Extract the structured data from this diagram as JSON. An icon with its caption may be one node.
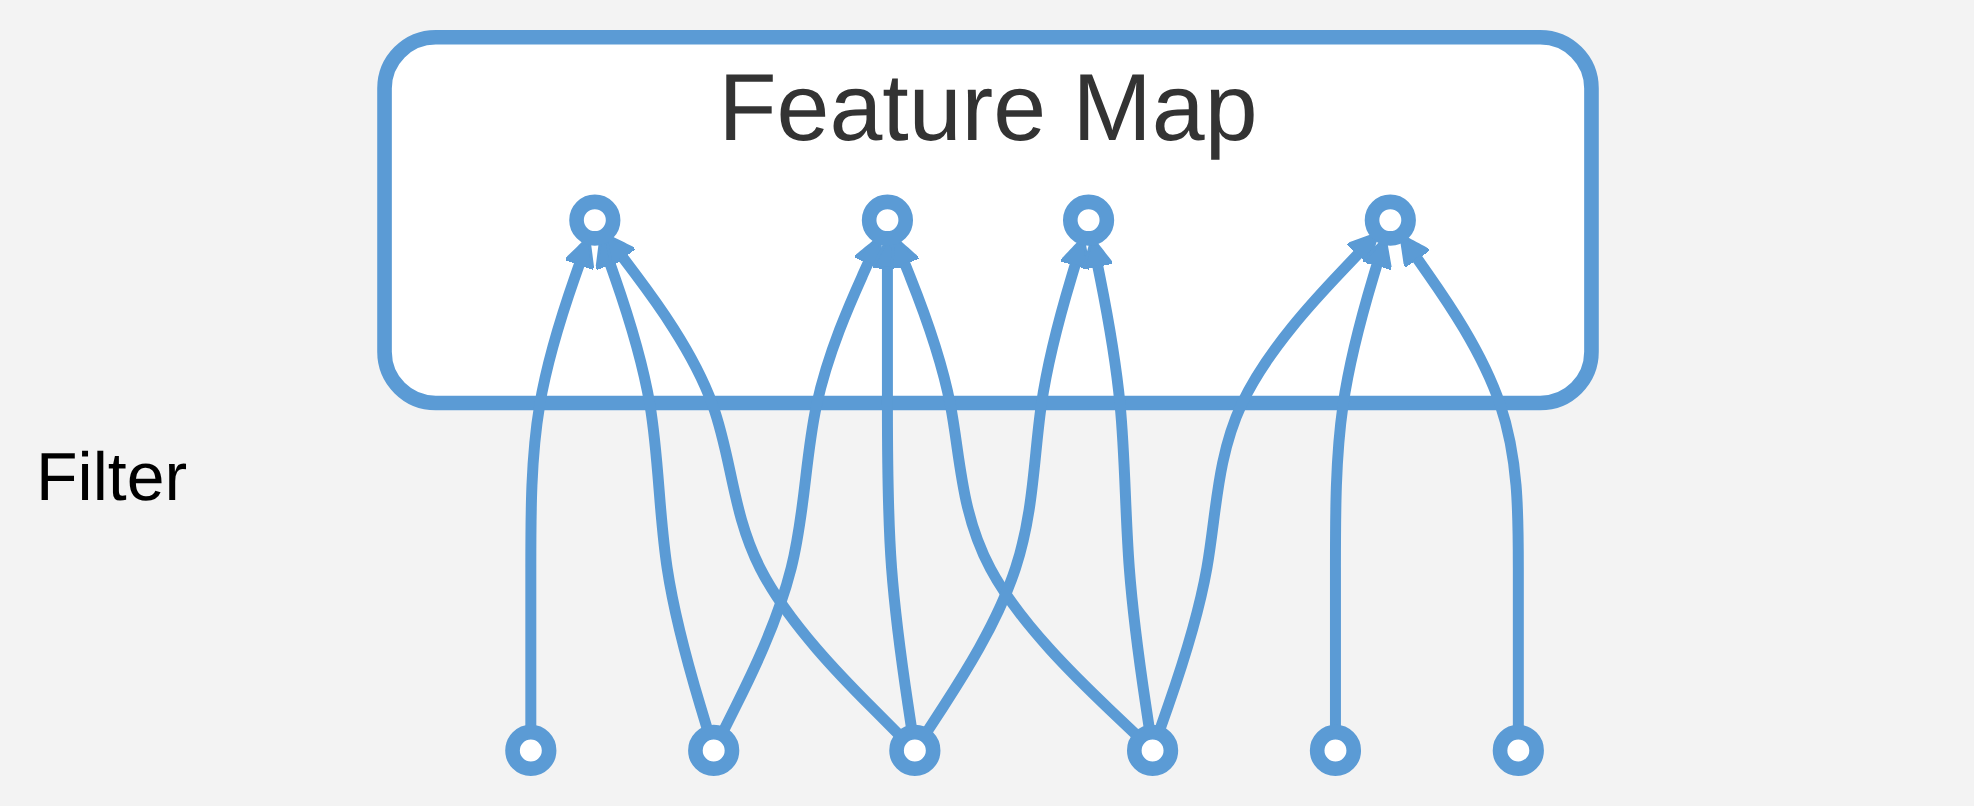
{
  "diagram": {
    "nodes": [
      {
        "text": [
          "Feature Map"
        ]
      },
      {
        "text": [],
        "shape": "circle",
        "in": 0
      },
      {
        "text": [],
        "shape": "circle",
        "in": 0
      },
      {
        "text": [],
        "shape": "circle",
        "in": 0
      },
      {
        "text": [],
        "shape": "circle",
        "in": 0
      },
      {
        "text": [],
        "shape": "circle"
      },
      {
        "text": [],
        "shape": "circle"
      },
      {
        "text": [],
        "shape": "circle"
      },
      {
        "text": [],
        "shape": "circle"
      },
      {
        "text": [],
        "shape": "circle"
      },
      {
        "text": [],
        "shape": "circle"
      }
    ],
    "edges": [
      {
        "from": 5,
        "to": 1,
        "arrow": "to"
      },
      {
        "from": 6,
        "to": 1,
        "arrow": "to"
      },
      {
        "from": 7,
        "to": 1,
        "arrow": "to"
      },
      {
        "from": 6,
        "to": 2,
        "arrow": "to"
      },
      {
        "from": 7,
        "to": 2,
        "arrow": "to"
      },
      {
        "from": 8,
        "to": 2,
        "arrow": "to"
      },
      {
        "from": 7,
        "to": 3,
        "arrow": "to"
      },
      {
        "from": 8,
        "to": 3,
        "arrow": "to"
      },
      {
        "from": 8,
        "to": 4,
        "arrow": "to"
      },
      {
        "from": 9,
        "to": 4,
        "arrow": "to"
      },
      {
        "from": 10,
        "to": 4,
        "arrow": "to"
      }
    ],
    "labels": [
      "Filter"
    ]
  }
}
